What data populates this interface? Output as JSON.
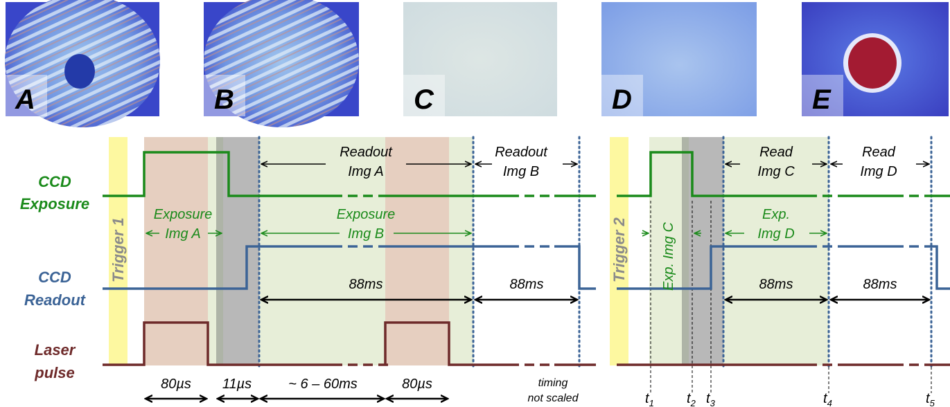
{
  "panels": [
    {
      "letter": "A",
      "kind": "interference-with-spot"
    },
    {
      "letter": "B",
      "kind": "interference"
    },
    {
      "letter": "C",
      "kind": "blank"
    },
    {
      "letter": "D",
      "kind": "faint-interference"
    },
    {
      "letter": "E",
      "kind": "plasma-spot"
    }
  ],
  "row_labels": {
    "ccd_exposure": [
      "CCD",
      "Exposure"
    ],
    "ccd_readout": [
      "CCD",
      "Readout"
    ],
    "laser_pulse": [
      "Laser",
      "pulse"
    ]
  },
  "triggers": [
    "Trigger 1",
    "Trigger 2"
  ],
  "left": {
    "exposure_a": [
      "Exposure",
      "Img A"
    ],
    "exposure_b": [
      "Exposure",
      "Img B"
    ],
    "readout_a": [
      "Readout",
      "Img A"
    ],
    "readout_b": [
      "Readout",
      "Img B"
    ],
    "dur_readout_1": "88ms",
    "dur_readout_2": "88ms",
    "bottom_durations": [
      "80µs",
      "11µs",
      "~ 6 – 60ms",
      "80µs"
    ],
    "note": [
      "timing",
      "not scaled"
    ]
  },
  "right": {
    "read_c": [
      "Read",
      "Img C"
    ],
    "read_d": [
      "Read",
      "Img D"
    ],
    "exp_c": "Exp. Img C",
    "exp_d": [
      "Exp.",
      "Img D"
    ],
    "dur_1": "88ms",
    "dur_2": "88ms",
    "times": [
      {
        "base": "t",
        "sub": "1"
      },
      {
        "base": "t",
        "sub": "2"
      },
      {
        "base": "t",
        "sub": "3"
      },
      {
        "base": "t",
        "sub": "4"
      },
      {
        "base": "t",
        "sub": "5"
      }
    ]
  },
  "colors": {
    "exposure": "#1a8a1a",
    "readout": "#3b6396",
    "laser": "#6e2a2a",
    "trigger": "#fdf8a0",
    "laser_band": "#e6cfc0",
    "gap_band": "#b8b8b8",
    "readout_band": "#e7eed8",
    "dotted": "#3b6396"
  },
  "icons": [
    "arrow-icon"
  ]
}
